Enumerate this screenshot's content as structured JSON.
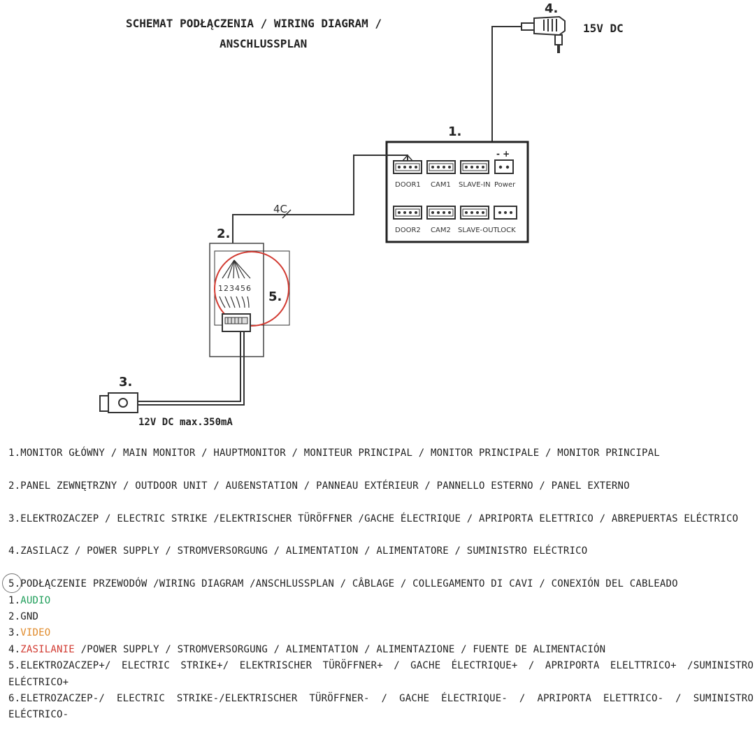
{
  "diagram": {
    "title_line1": "SCHEMAT PODŁĄCZENIA / WIRING DIAGRAM /",
    "title_line2": "ANSCHLUSSPLAN",
    "label_1": "1.",
    "label_2": "2.",
    "label_3": "3.",
    "label_4": "4.",
    "label_5": "5.",
    "power_15v": "15V DC",
    "power_12v": "12V DC max.350mA",
    "cable_4c": "4C",
    "panel_pins": "123456",
    "monitor_ports_top": [
      "DOOR1",
      "CAM1",
      "SLAVE-IN",
      "Power"
    ],
    "monitor_ports_bottom": [
      "DOOR2",
      "CAM2",
      "SLAVE-OUT",
      "LOCK"
    ],
    "power_polarity": "- +"
  },
  "legend": {
    "item1": "1.MONITOR GŁÓWNY / MAIN MONITOR / HAUPTMONITOR / MONITEUR PRINCIPAL / MONITOR PRINCIPALE / MONITOR PRINCIPAL",
    "item2": "2.PANEL ZEWNĘTRZNY / OUTDOOR UNIT / AUßENSTATION / PANNEAU EXTÉRIEUR / PANNELLO ESTERNO / PANEL EXTERNO",
    "item3": "3.ELEKTROZACZEP / ELECTRIC STRIKE /ELEKTRISCHER TÜRÖFFNER /GACHE ÉLECTRIQUE / APRIPORTA ELETTRICO / ABREPUERTAS ELÉCTRICO",
    "item4": "4.ZASILACZ / POWER SUPPLY / STROMVERSORGUNG / ALIMENTATION / ALIMENTATORE / SUMINISTRO ELÉCTRICO",
    "item5_num": "5",
    "item5_text": ".PODŁĄCZENIE PRZEWODÓW /WIRING DIAGRAM /ANSCHLUSSPLAN / CÂBLAGE / COLLEGAMENTO DI CAVI / CONEXIÓN DEL CABLEADO",
    "wire1_num": "1.",
    "wire1": "AUDIO",
    "wire2": "2.GND",
    "wire3_num": "3.",
    "wire3": "VIDEO",
    "wire4_num": "4.",
    "wire4_colored": "ZASILANIE",
    "wire4_rest": " /POWER SUPPLY / STROMVERSORGUNG / ALIMENTATION / ALIMENTAZIONE / FUENTE DE ALIMENTACIÓN",
    "wire5": "5.ELEKTROZACZEP+/ ELECTRIC STRIKE+/ ELEKTRISCHER TÜRÖFFNER+ / GACHE ÉLECTRIQUE+ / APRIPORTA ELELTTRICO+ /SUMINISTRO ELÉCTRICO+",
    "wire6": "6.ELETROZACZEP-/ ELECTRIC STRIKE-/ELEKTRISCHER TÜRÖFFNER- / GACHE ÉLECTRIQUE- / APRIPORTA ELETTRICO- / SUMINISTRO ELÉCTRICO-"
  }
}
